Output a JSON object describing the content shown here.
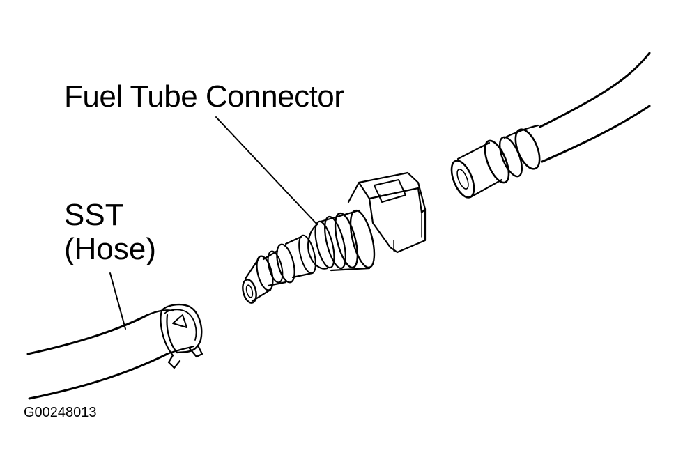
{
  "labels": {
    "connector": "Fuel Tube Connector",
    "sst": "SST",
    "hose": "(Hose)",
    "figure_code": "G00248013"
  },
  "colors": {
    "ink": "#000000",
    "paper": "#ffffff"
  }
}
